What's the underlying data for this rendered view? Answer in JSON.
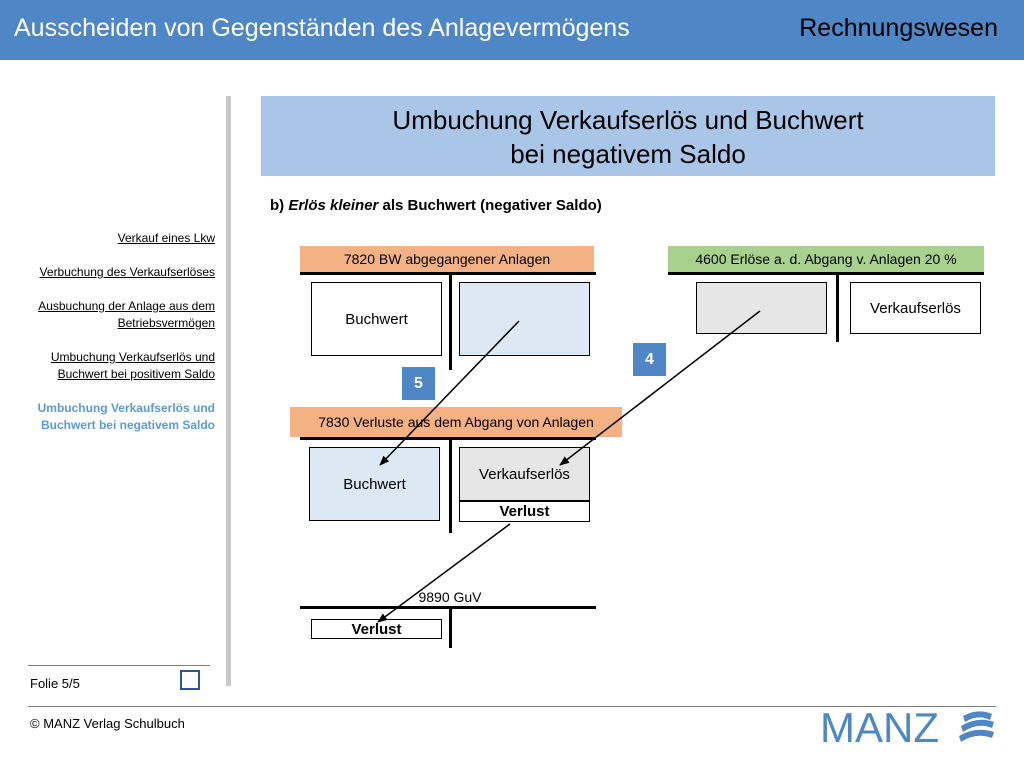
{
  "header": {
    "title": "Ausscheiden von Gegenständen des Anlagevermögens",
    "section": "Rechnungswesen"
  },
  "nav": {
    "items": [
      {
        "label": "Verkauf eines Lkw"
      },
      {
        "label": "Verbuchung des Verkaufserlöses"
      },
      {
        "label": "Ausbuchung der Anlage aus dem Betriebsvermögen"
      },
      {
        "label": "Umbuchung Verkaufserlös und Buchwert bei positivem Saldo"
      },
      {
        "label": "Umbuchung Verkaufserlös und Buchwert bei negativem Saldo"
      }
    ],
    "folio": "Folie 5/5"
  },
  "slide": {
    "title_line1": "Umbuchung Verkaufserlös und Buchwert",
    "title_line2": "bei negativem Saldo",
    "subtitle_prefix": "b) ",
    "subtitle_italic": "Erlös kleiner",
    "subtitle_rest": " als Buchwert (negativer Saldo)"
  },
  "accounts": {
    "a7820": {
      "header": "7820 BW abgegangener Anlagen",
      "left": "Buchwert",
      "right": ""
    },
    "a4600": {
      "header": "4600 Erlöse a. d. Abgang v. Anlagen 20 %",
      "left": "",
      "right": "Verkaufserlös"
    },
    "a7830": {
      "header": "7830 Verluste aus dem Abgang von Anlagen",
      "left": "Buchwert",
      "right": "Verkaufserlös",
      "saldo": "Verlust"
    },
    "a9890": {
      "header": "9890 GuV",
      "left": "Verlust"
    }
  },
  "steps": {
    "s5": "5",
    "s4": "4"
  },
  "colors": {
    "header_bar": "#4f86c6",
    "title_box": "#a9c6e8",
    "acct_orange": "#f4b183",
    "acct_green": "#a9d18e",
    "acct_blue_fill": "#dde8f5",
    "acct_grey_fill": "#e6e6e6",
    "step_badge": "#4f86c6",
    "nav_active": "#5b9bd5"
  },
  "footer": {
    "copyright": "© MANZ Verlag Schulbuch",
    "logo_text": "MANZ"
  }
}
